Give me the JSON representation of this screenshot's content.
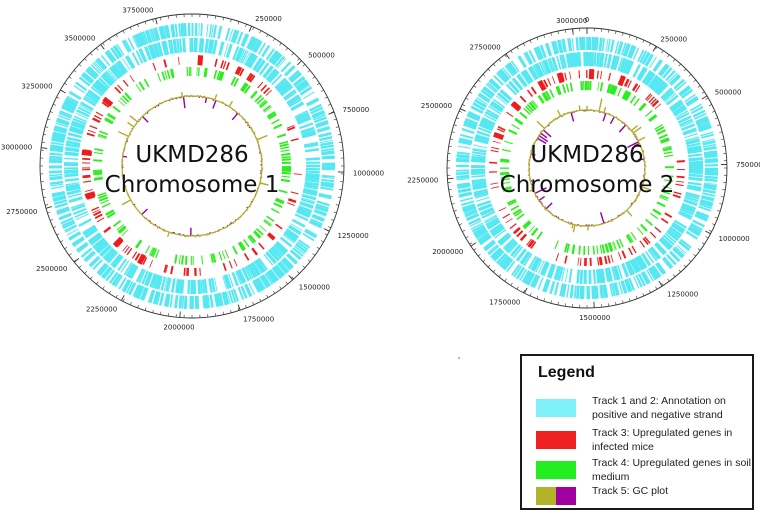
{
  "figure": {
    "maps": [
      {
        "label_line1": "UKMD286",
        "label_line2": "Chromosome 1",
        "genome_size": 3900000,
        "tick_labels": [
          "250000",
          "500000",
          "750000",
          "1000000",
          "1250000",
          "1500000",
          "1750000",
          "2000000",
          "2250000",
          "2500000",
          "2750000",
          "3000000",
          "3250000",
          "3500000",
          "3750000"
        ],
        "tick_values": [
          250000,
          500000,
          750000,
          1000000,
          1250000,
          1500000,
          1750000,
          2000000,
          2250000,
          2500000,
          2750000,
          3000000,
          3250000,
          3500000,
          3750000
        ]
      },
      {
        "label_line1": "UKMD286",
        "label_line2": "Chromosome 2",
        "genome_size": 3050000,
        "tick_labels": [
          "0",
          "250000",
          "500000",
          "750000",
          "1000000",
          "1250000",
          "1500000",
          "1750000",
          "2000000",
          "2250000",
          "2500000",
          "2750000",
          "3000000"
        ],
        "tick_values": [
          0,
          250000,
          500000,
          750000,
          1000000,
          1250000,
          1500000,
          1750000,
          2000000,
          2250000,
          2500000,
          2750000,
          3000000
        ]
      }
    ]
  },
  "legend": {
    "title": "Legend",
    "items": [
      {
        "text": "Track 1 and 2: Annotation on positive and negative strand",
        "color": "#7ff0f8"
      },
      {
        "text": "Track 3: Upregulated genes in infected mice",
        "color": "#ee2222"
      },
      {
        "text": "Track 4: Upregulated genes in soil medium",
        "color": "#22ee22"
      },
      {
        "text": "Track 5: GC plot",
        "colors": [
          "#b3b32a",
          "#a000a0"
        ]
      }
    ]
  },
  "colors": {
    "cds": "#55e8f2",
    "track3": "#ee1c1c",
    "track4": "#2cee1c",
    "gc_positive": "#b0ad2c",
    "gc_negative": "#9400a0",
    "outline": "#333333"
  }
}
